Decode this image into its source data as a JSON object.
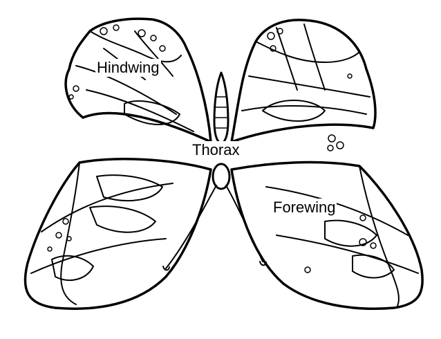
{
  "diagram": {
    "labels": {
      "hindwing": "Hindwing",
      "thorax": "Thorax",
      "forewing": "Forewing"
    },
    "colors": {
      "ink": "#000000",
      "paper": "#ffffff"
    },
    "icon": "butterfly-line-drawing"
  }
}
